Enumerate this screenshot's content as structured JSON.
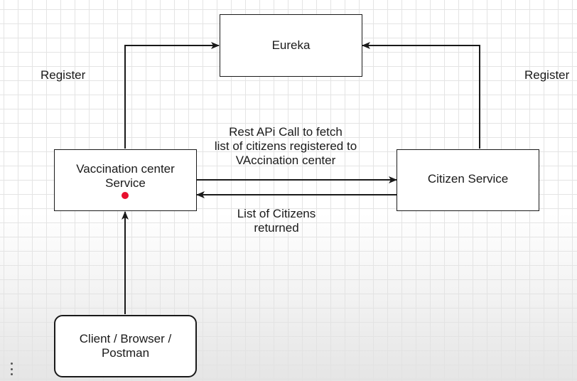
{
  "nodes": {
    "eureka": "Eureka",
    "vaccination": "Vaccination center\nService",
    "citizen": "Citizen Service",
    "client": "Client / Browser /\nPostman"
  },
  "edges": {
    "register_left": "Register",
    "register_right": "Register",
    "rest_call": "Rest APi Call to fetch\nlist of citizens registered to\nVAccination center",
    "list_returned": "List of Citizens\nreturned"
  },
  "icons": {
    "pointer": "red-dot-icon",
    "menu": "more-vert-icon"
  },
  "colors": {
    "line": "#1a1a1a",
    "pointer": "#e8102e"
  }
}
